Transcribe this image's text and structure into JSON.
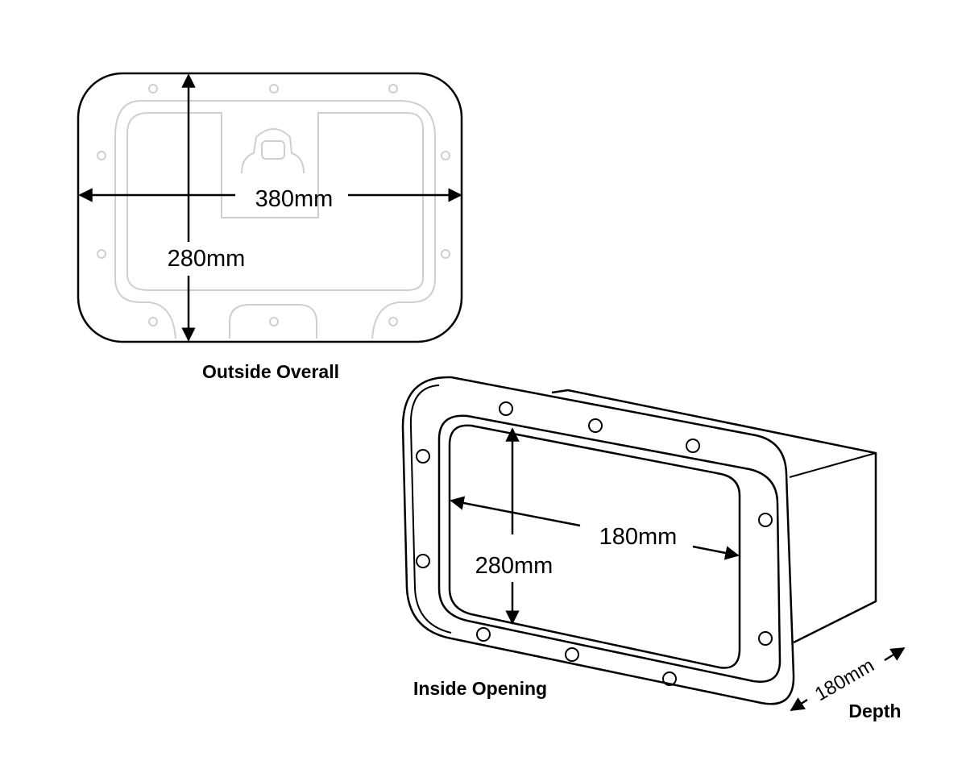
{
  "top_view": {
    "width_label": "380mm",
    "height_label": "280mm",
    "caption": "Outside Overall"
  },
  "perspective_view": {
    "width_label": "180mm",
    "height_label": "280mm",
    "caption": "Inside Opening",
    "depth_value": "180mm",
    "depth_caption": "Depth"
  },
  "colors": {
    "line": "#000000",
    "faint": "#cccccc"
  }
}
